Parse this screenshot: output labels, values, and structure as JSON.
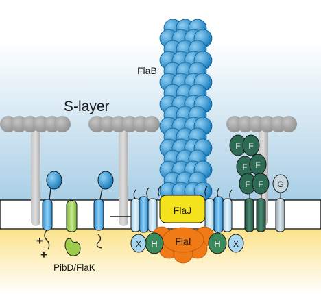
{
  "labels": {
    "flab": "FlaB",
    "s_layer": "S-layer",
    "pibd": "PibD/FlaK",
    "flaj": "FlaJ",
    "flai": "FlaI",
    "h": "H",
    "x": "X",
    "f": "F",
    "g": "G",
    "plus": "+"
  },
  "colors": {
    "periplasm_top": "#a9cfe6",
    "membrane": "#ffffff",
    "cytoplasm": "#fbe38c",
    "slayer": "#a4a4a4",
    "filament": "#1e8fcf",
    "flaj": "#f4e21c",
    "flai": "#ef7a16",
    "flah": "#3a8a5c",
    "flax": "#a9d6ef",
    "flaf": "#2e6b55",
    "flag": "#c8d8e0",
    "pibd": "#9ccc4a",
    "pilin": "#3d9be0"
  },
  "icons": [
    "arrow-right-icon"
  ]
}
